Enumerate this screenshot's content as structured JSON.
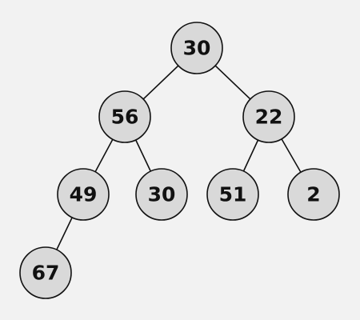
{
  "tree": {
    "colors": {
      "background": "#f2f2f2",
      "node_fill": "#d9d9d9",
      "stroke": "#111111",
      "text": "#111111"
    },
    "nodes": [
      {
        "id": "n0",
        "label": "30"
      },
      {
        "id": "n1",
        "label": "56"
      },
      {
        "id": "n2",
        "label": "22"
      },
      {
        "id": "n3",
        "label": "49"
      },
      {
        "id": "n4",
        "label": "30"
      },
      {
        "id": "n5",
        "label": "51"
      },
      {
        "id": "n6",
        "label": "2"
      },
      {
        "id": "n7",
        "label": "67"
      }
    ],
    "edges": [
      {
        "from": "n0",
        "to": "n1"
      },
      {
        "from": "n0",
        "to": "n2"
      },
      {
        "from": "n1",
        "to": "n3"
      },
      {
        "from": "n1",
        "to": "n4"
      },
      {
        "from": "n2",
        "to": "n5"
      },
      {
        "from": "n2",
        "to": "n6"
      },
      {
        "from": "n3",
        "to": "n7"
      }
    ]
  }
}
